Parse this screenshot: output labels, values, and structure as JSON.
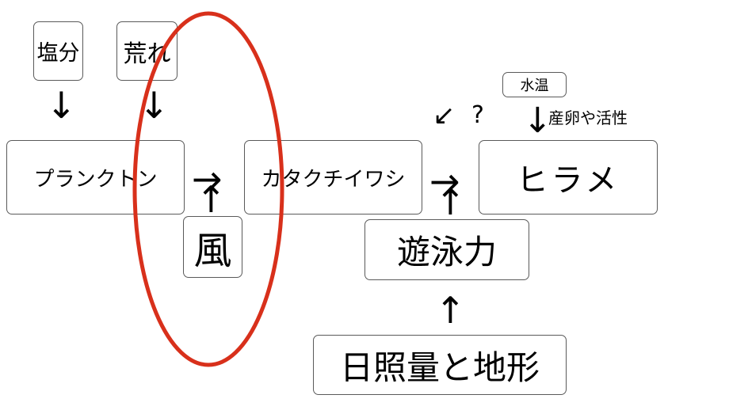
{
  "nodes": {
    "salinity": "塩分",
    "rough_sea": "荒れ",
    "plankton": "プランクトン",
    "wind": "風",
    "anchovy": "カタクチイワシ",
    "water_temp": "水温",
    "flounder": "ヒラメ",
    "swimming": "遊泳力",
    "sunlight_terrain": "日照量と地形"
  },
  "labels": {
    "spawning_activity": "産卵や活性",
    "question": "?"
  },
  "colors": {
    "ellipse": "#d8301b",
    "border": "#5a5a5a"
  }
}
